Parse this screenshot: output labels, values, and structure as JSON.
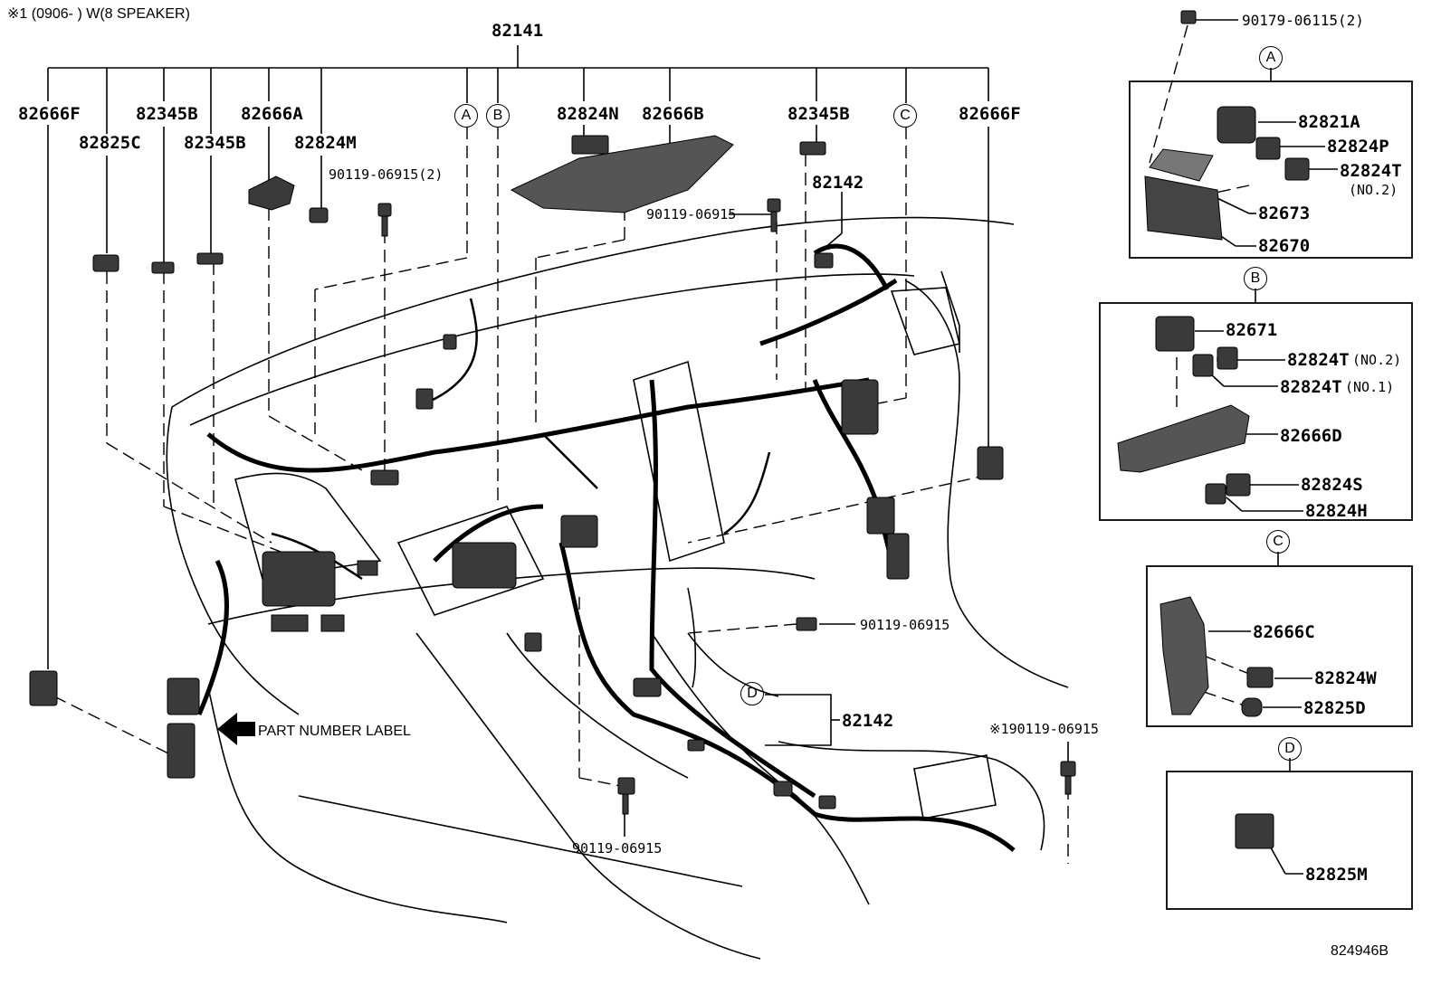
{
  "header_note": "※1 (0906-     ) W(8 SPEAKER)",
  "figure_id": "824946B",
  "main_callouts": {
    "harness_main": "82141",
    "harness_sub_top": "82142",
    "harness_sub_bottom": "82142",
    "f_left": "82666F",
    "f_right": "82666F",
    "c_825": "82825C",
    "b_345_a": "82345B",
    "b_345_b": "82345B",
    "b_345_c": "82345B",
    "a_666": "82666A",
    "m_824": "82824M",
    "n_824": "82824N",
    "b_666": "82666B",
    "bolt_top_left": "90119-06915(2)",
    "bolt_top_mid": "90119-06915",
    "bolt_mid_right": "90119-06915",
    "bolt_bottom": "90119-06915",
    "bolt_noted": "※190119-06915"
  },
  "circle_refs": {
    "a": "A",
    "b": "B",
    "c": "C",
    "d": "D"
  },
  "part_number_label": "PART NUMBER LABEL",
  "detail_a": {
    "ref": "A",
    "clip_top": "90179-06115(2)",
    "items": [
      "82821A",
      "82824P",
      "82824T",
      "82673",
      "82670"
    ],
    "t_note": "(NO.2)"
  },
  "detail_b": {
    "ref": "B",
    "items": [
      "82671",
      "82824T",
      "82824T",
      "82666D",
      "82824S",
      "82824H"
    ],
    "t_no2": "(NO.2)",
    "t_no1": "(NO.1)"
  },
  "detail_c": {
    "ref": "C",
    "items": [
      "82666C",
      "82824W",
      "82825D"
    ]
  },
  "detail_d": {
    "ref": "D",
    "items": [
      "82825M"
    ]
  }
}
